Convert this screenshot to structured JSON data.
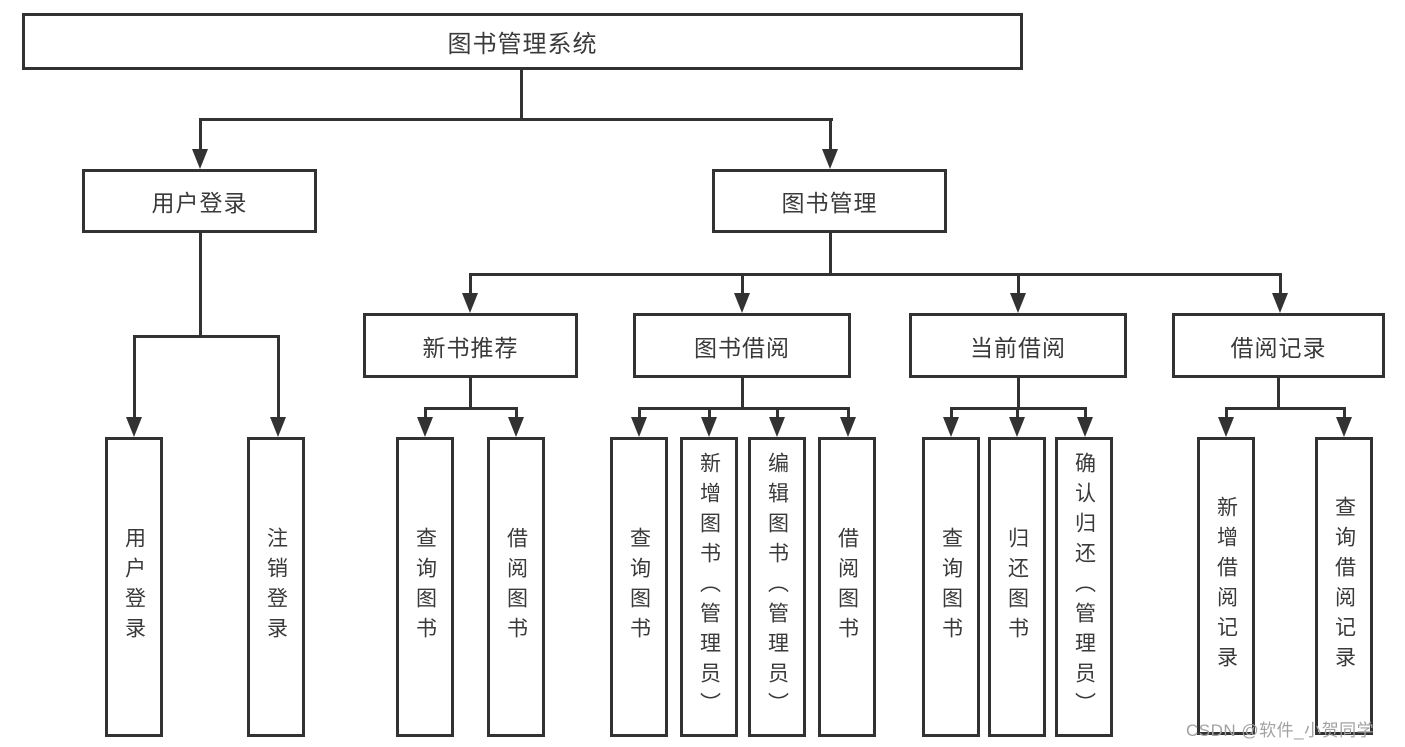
{
  "diagram_title": "图书管理系统",
  "colors": {
    "background": "#ffffff",
    "line": "#323232",
    "text": "#3a3a3a",
    "watermark": "#a2a2a2"
  },
  "nodes": {
    "root": {
      "label": "图书管理系统"
    },
    "user_login": {
      "label": "用户登录"
    },
    "book_mgmt": {
      "label": "图书管理"
    },
    "new_book_rec": {
      "label": "新书推荐"
    },
    "book_borrow": {
      "label": "图书借阅"
    },
    "current_borrow": {
      "label": "当前借阅"
    },
    "borrow_record": {
      "label": "借阅记录"
    },
    "leaf_user_login": {
      "label": "用户登录"
    },
    "leaf_logout": {
      "label": "注销登录"
    },
    "leaf_nb_query": {
      "label": "查询图书"
    },
    "leaf_nb_borrow": {
      "label": "借阅图书"
    },
    "leaf_bb_query": {
      "label": "查询图书"
    },
    "leaf_bb_add": {
      "label": "新增图书（管理员）"
    },
    "leaf_bb_edit": {
      "label": "编辑图书（管理员）"
    },
    "leaf_bb_borrow": {
      "label": "借阅图书"
    },
    "leaf_cb_query": {
      "label": "查询图书"
    },
    "leaf_cb_return": {
      "label": "归还图书"
    },
    "leaf_cb_confirm": {
      "label": "确认归还（管理员）"
    },
    "leaf_br_add": {
      "label": "新增借阅记录"
    },
    "leaf_br_query": {
      "label": "查询借阅记录"
    }
  },
  "hierarchy": {
    "图书管理系统": {
      "用户登录": [
        "用户登录",
        "注销登录"
      ],
      "图书管理": {
        "新书推荐": [
          "查询图书",
          "借阅图书"
        ],
        "图书借阅": [
          "查询图书",
          "新增图书（管理员）",
          "编辑图书（管理员）",
          "借阅图书"
        ],
        "当前借阅": [
          "查询图书",
          "归还图书",
          "确认归还（管理员）"
        ],
        "借阅记录": [
          "新增借阅记录",
          "查询借阅记录"
        ]
      }
    }
  },
  "watermark": {
    "text": "CSDN @软件_小贺同学"
  }
}
